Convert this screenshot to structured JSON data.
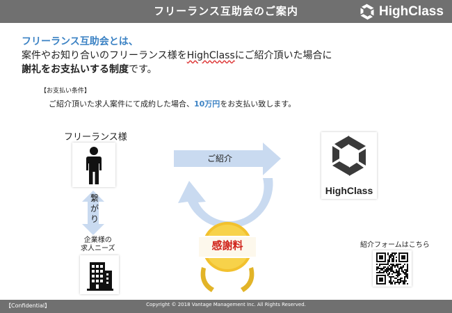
{
  "header": {
    "title": "フリーランス互助会のご案内",
    "logo_text": "HighClass"
  },
  "intro": {
    "title": "フリーランス互助会とは、",
    "body_pre": "案件やお知り合いのフリーランス様を",
    "body_brand": "HighClass",
    "body_post": "にご紹介頂いた場合に",
    "body2_bold": "謝礼をお支払いする制度",
    "body2_rest": "です。"
  },
  "conditions": {
    "label": "【お支払い条件】",
    "text_pre": "ご紹介頂いた求人案件にて成約した場合、",
    "amount": "10万円",
    "text_post": "をお支払い致します。"
  },
  "diagram": {
    "freelancer_label": "フリーランス様",
    "connection_label": "繋がり",
    "corporate_label_line1": "企業様の",
    "corporate_label_line2": "求人ニーズ",
    "introduction_label": "ご紹介",
    "highclass_label": "HighClass",
    "reward_label": "感謝料",
    "arrow_color": "#c9daf0",
    "accent_color": "#3b82c4"
  },
  "qr": {
    "label": "紹介フォームはこちら"
  },
  "footer": {
    "left": "【Confidential】",
    "center": "Copyright © 2018 Vantage Management Inc. All Rights Reserved."
  }
}
